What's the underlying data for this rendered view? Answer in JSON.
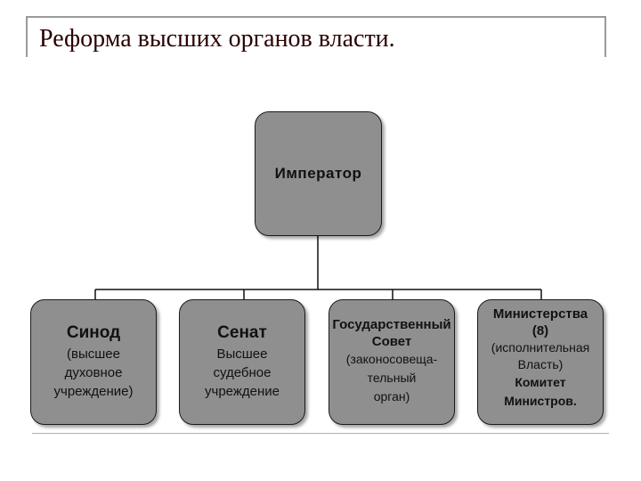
{
  "title": "Реформа высших органов власти.",
  "emperor": {
    "label": "Император"
  },
  "bodies": [
    {
      "name": "Синод",
      "desc": [
        "(высшее",
        "духовное",
        "учреждение)"
      ]
    },
    {
      "name": "Сенат",
      "desc": [
        "Высшее",
        "судебное",
        "учреждение"
      ]
    },
    {
      "name": [
        "Государственный",
        "Совет"
      ],
      "desc": [
        "(законосовеща-",
        "тельный",
        "орган)"
      ]
    },
    {
      "name": [
        "Министерства",
        "(8)"
      ],
      "desc": [
        "(исполнительная",
        "Власть)"
      ],
      "extra": [
        "Комитет",
        "Министров."
      ]
    }
  ]
}
